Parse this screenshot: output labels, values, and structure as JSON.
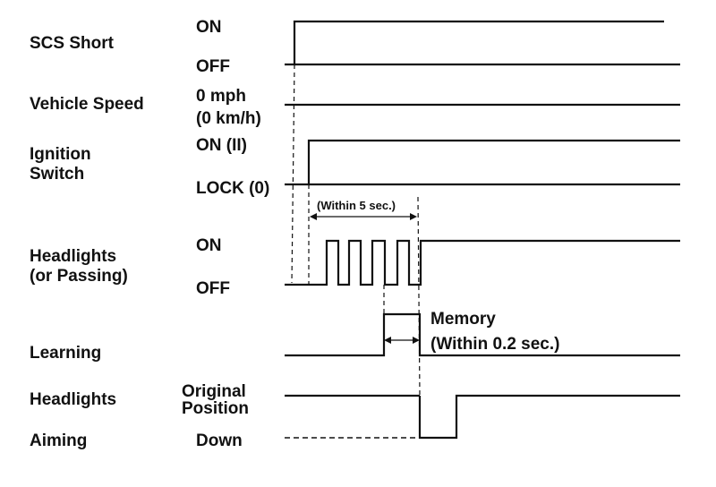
{
  "signals": [
    {
      "id": "scs-short",
      "label_lines": [
        "SCS Short"
      ],
      "states": [
        "ON",
        "OFF"
      ]
    },
    {
      "id": "vehicle-speed",
      "label_lines": [
        "Vehicle Speed"
      ],
      "states": [
        "0 mph",
        "(0 km/h)"
      ]
    },
    {
      "id": "ignition-switch",
      "label_lines": [
        "Ignition",
        "Switch"
      ],
      "states": [
        "ON (II)",
        "LOCK (0)"
      ]
    },
    {
      "id": "headlights-passing",
      "label_lines": [
        "Headlights",
        "(or Passing)"
      ],
      "states": [
        "ON",
        "OFF"
      ]
    },
    {
      "id": "learning",
      "label_lines": [
        "Learning"
      ],
      "states": []
    },
    {
      "id": "headlights-aiming",
      "label_lines": [
        "Headlights",
        "Aiming"
      ],
      "states": [
        "Original",
        "Position",
        "Down"
      ]
    }
  ],
  "annotations": {
    "within_5": "(Within 5 sec.)",
    "memory": "Memory",
    "within_02": "(Within 0.2 sec.)"
  }
}
